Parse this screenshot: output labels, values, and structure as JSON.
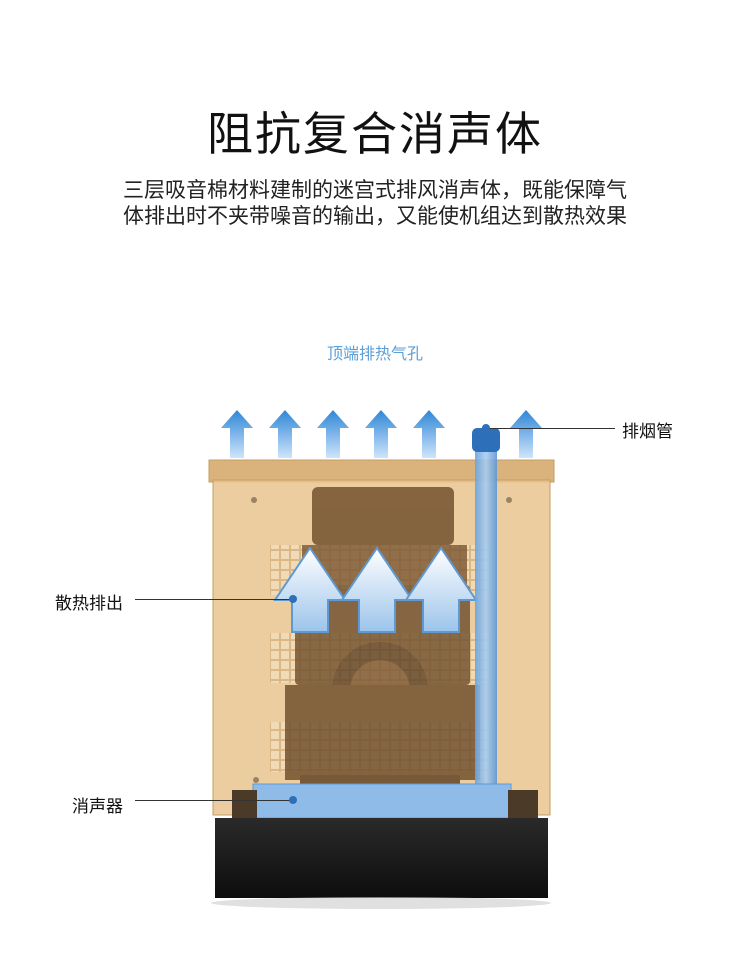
{
  "title": "阻抗复合消声体",
  "subtitle_line1": "三层吸音棉材料建制的迷宫式排风消声体，既能保障气",
  "subtitle_line2": "体排出时不夹带噪音的输出，又能使机组达到散热效果",
  "top_label": "顶端排热气孔",
  "callouts": {
    "exhaust_pipe": "排烟管",
    "heat_out": "散热排出",
    "muffler": "消声器"
  },
  "colors": {
    "arrow_blue": "#4a90d9",
    "enclosure": "#e8c48f",
    "pipe": "#7fb2e5",
    "base": "#1a1a1a"
  }
}
